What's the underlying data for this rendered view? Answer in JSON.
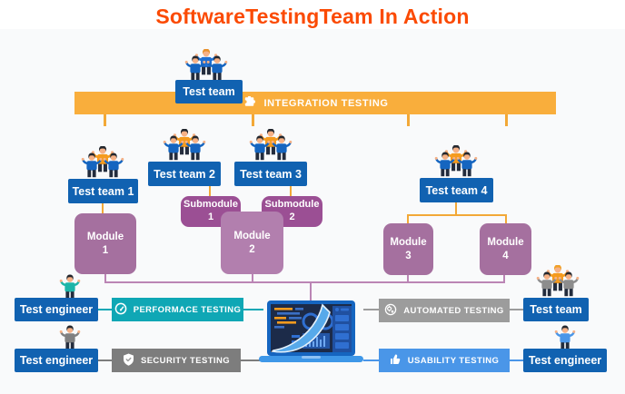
{
  "title": {
    "text": "SoftwareTestingTeam In Action"
  },
  "colors": {
    "title": "#fb4a03",
    "top_bg": "#ffffff",
    "bg": "#f9fafb",
    "banner_orange": "#f9ae3c",
    "line_orange": "#f2a837",
    "box_blue": "#1162b1",
    "module_mauve": "#a5709f",
    "module2_mauve": "#b27fae",
    "submodule_purple": "#9b4f94",
    "line_purple": "#bb85b5",
    "performance_teal": "#0fa7b5",
    "security_gray": "#7d7d7d",
    "automated_gray": "#9c9c9c",
    "usability_blue": "#4a96e8"
  },
  "banners": {
    "integration": {
      "label": "INTEGRATION TESTING",
      "icon": "puzzle-icon"
    },
    "performance": {
      "label": "PERFORMACE TESTING",
      "icon": "gauge-icon"
    },
    "security": {
      "label": "SECURITY TESTING",
      "icon": "shield-icon"
    },
    "automated": {
      "label": "AUTOMATED TESTING",
      "icon": "gears-icon"
    },
    "usability": {
      "label": "USABILITY TESTING",
      "icon": "thumb-icon"
    }
  },
  "boxes": {
    "top_team": "Test team",
    "team1": "Test team 1",
    "team2": "Test team 2",
    "team3": "Test team 3",
    "team4": "Test team 4",
    "engineer_left_top": "Test engineer",
    "engineer_left_bottom": "Test engineer",
    "team_right": "Test team",
    "engineer_right_bottom": "Test engineer"
  },
  "modules": {
    "m1": {
      "line1": "Module",
      "line2": "1"
    },
    "sub1": {
      "line1": "Submodule",
      "line2": "1"
    },
    "sub2": {
      "line1": "Submodule",
      "line2": "2"
    },
    "m2": {
      "line1": "Module",
      "line2": "2"
    },
    "m3": {
      "line1": "Module",
      "line2": "3"
    },
    "m4": {
      "line1": "Module",
      "line2": "4"
    }
  },
  "people": {
    "top_team": {
      "type": "group",
      "side_shirt": "#1565c0",
      "middle_shirt": "#1f6fd1",
      "middle_hair": "#e8912d",
      "side_hair": "#23272e"
    },
    "team1": {
      "type": "group",
      "side_shirt": "#1565c0",
      "middle_shirt": "#f59b1e",
      "middle_hair": "#23272e",
      "side_hair": "#23272e"
    },
    "team2": {
      "type": "group",
      "side_shirt": "#1565c0",
      "middle_shirt": "#f59b1e",
      "middle_hair": "#23272e",
      "side_hair": "#23272e"
    },
    "team3": {
      "type": "group",
      "side_shirt": "#1565c0",
      "middle_shirt": "#f59b1e",
      "middle_hair": "#23272e",
      "side_hair": "#23272e"
    },
    "team4": {
      "type": "group",
      "side_shirt": "#1565c0",
      "middle_shirt": "#f59b1e",
      "middle_hair": "#23272e",
      "side_hair": "#23272e"
    },
    "team_right": {
      "type": "group",
      "side_shirt": "#8d8d8d",
      "middle_shirt": "#f59b1e",
      "middle_hair": "#f0a028",
      "side_hair": "#23272e"
    },
    "engineer_left_top": {
      "type": "single",
      "shirt": "#1db5a8",
      "hair": "#23272e"
    },
    "engineer_left_bottom": {
      "type": "single",
      "shirt": "#808080",
      "hair": "#23272e"
    },
    "engineer_right_bottom": {
      "type": "single",
      "shirt": "#4a96e8",
      "hair": "#23272e"
    }
  }
}
